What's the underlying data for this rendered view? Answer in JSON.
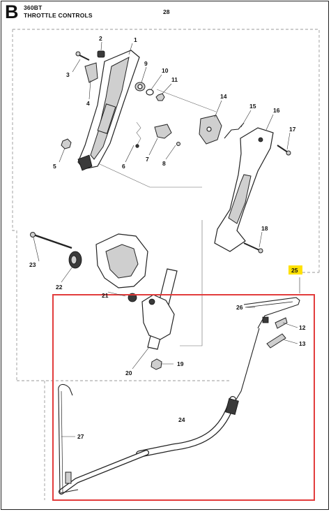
{
  "header": {
    "section_letter": "B",
    "model": "360BT",
    "title": "THROTTLE CONTROLS"
  },
  "colors": {
    "highlight_box": "#e23c3c",
    "badge_fill": "#ffe100"
  },
  "callouts": {
    "n1": "1",
    "n2": "2",
    "n3": "3",
    "n4": "4",
    "n5": "5",
    "n6": "6",
    "n7": "7",
    "n8": "8",
    "n9": "9",
    "n10": "10",
    "n11": "11",
    "n12": "12",
    "n13": "13",
    "n14": "14",
    "n15": "15",
    "n16": "16",
    "n17": "17",
    "n18": "18",
    "n19": "19",
    "n20": "20",
    "n21": "21",
    "n22": "22",
    "n23": "23",
    "n24": "24",
    "n25": "25",
    "n26": "26",
    "n27": "27",
    "n28": "28"
  }
}
